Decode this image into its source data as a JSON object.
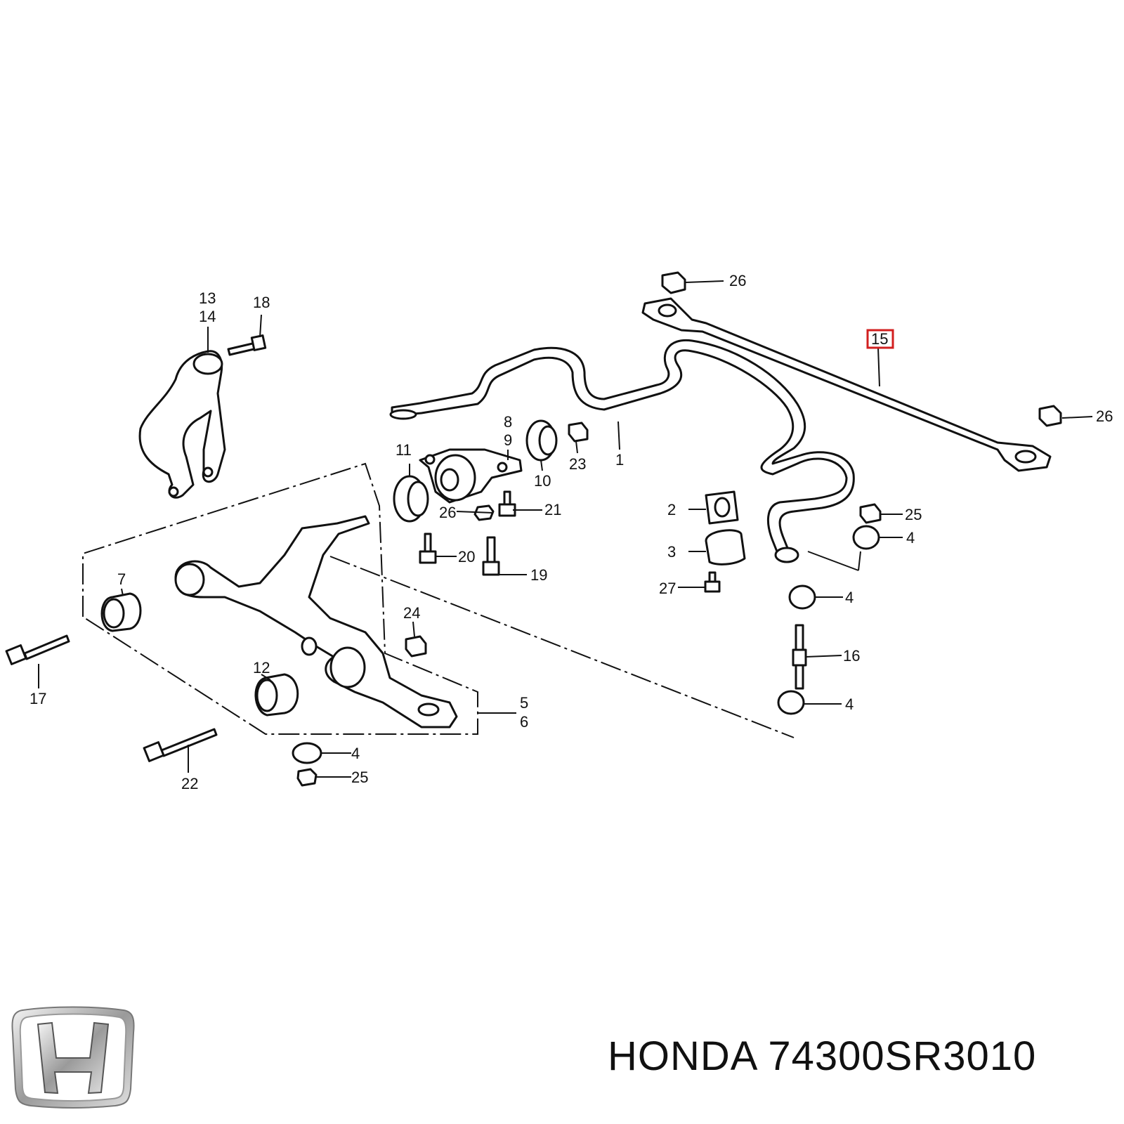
{
  "brand": {
    "name": "HONDA",
    "part_number": "74300SR3010"
  },
  "highlighted_callout": "15",
  "callouts": [
    {
      "id": "c13",
      "text": "13"
    },
    {
      "id": "c14",
      "text": "14"
    },
    {
      "id": "c18",
      "text": "18"
    },
    {
      "id": "c26a",
      "text": "26"
    },
    {
      "id": "c15",
      "text": "15"
    },
    {
      "id": "c26b",
      "text": "26"
    },
    {
      "id": "c8",
      "text": "8"
    },
    {
      "id": "c9",
      "text": "9"
    },
    {
      "id": "c10",
      "text": "10"
    },
    {
      "id": "c23",
      "text": "23"
    },
    {
      "id": "c1",
      "text": "1"
    },
    {
      "id": "c11",
      "text": "11"
    },
    {
      "id": "c26c",
      "text": "26"
    },
    {
      "id": "c21",
      "text": "21"
    },
    {
      "id": "c20",
      "text": "20"
    },
    {
      "id": "c19",
      "text": "19"
    },
    {
      "id": "c2",
      "text": "2"
    },
    {
      "id": "c3",
      "text": "3"
    },
    {
      "id": "c27",
      "text": "27"
    },
    {
      "id": "c25a",
      "text": "25"
    },
    {
      "id": "c4a",
      "text": "4"
    },
    {
      "id": "c4b",
      "text": "4"
    },
    {
      "id": "c16",
      "text": "16"
    },
    {
      "id": "c4c",
      "text": "4"
    },
    {
      "id": "c7",
      "text": "7"
    },
    {
      "id": "c24",
      "text": "24"
    },
    {
      "id": "c12",
      "text": "12"
    },
    {
      "id": "c5",
      "text": "5"
    },
    {
      "id": "c6",
      "text": "6"
    },
    {
      "id": "c17",
      "text": "17"
    },
    {
      "id": "c22",
      "text": "22"
    },
    {
      "id": "c4d",
      "text": "4"
    },
    {
      "id": "c25b",
      "text": "25"
    }
  ]
}
